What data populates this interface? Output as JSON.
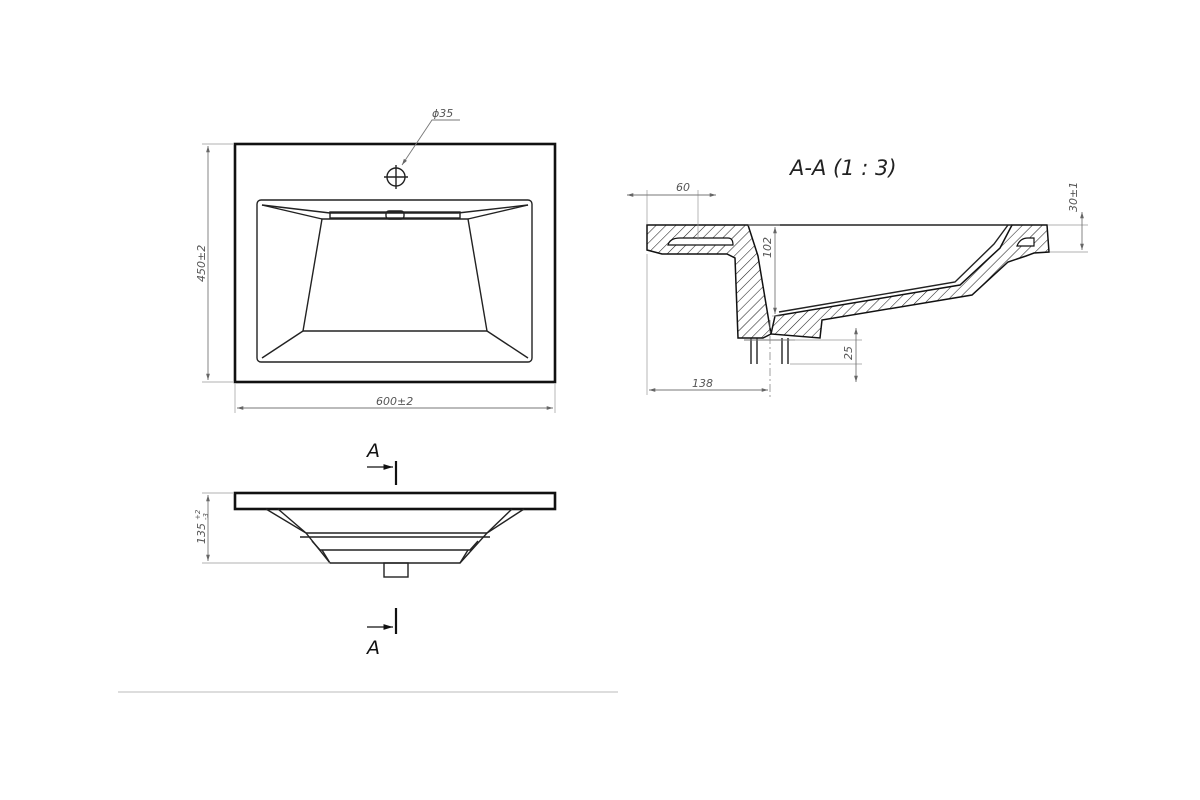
{
  "drawing": {
    "section_title": "A-A (1 : 3)",
    "section_marker_top": "A",
    "section_marker_bottom": "A"
  },
  "dimensions": {
    "hole_diameter": "ϕ35",
    "width": "600±2",
    "depth": "450±2",
    "height": "135",
    "height_tol_upper": "+2",
    "height_tol_lower": "-3",
    "rim_offset": "60",
    "basin_depth": "102",
    "rim_thickness": "30±1",
    "drain_length": "25",
    "drain_offset": "138"
  },
  "colors": {
    "line": "#111111",
    "dim_line": "#777777"
  }
}
